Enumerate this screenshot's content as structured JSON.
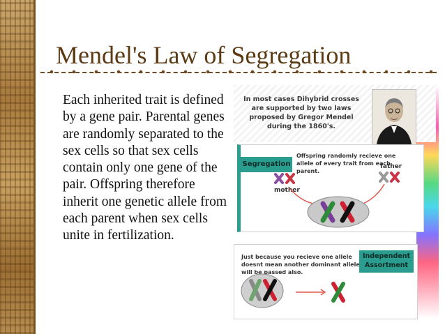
{
  "slide": {
    "title": "Mendel's Law of Segregation",
    "body": "Each inherited trait is defined by a gene pair. Parental genes are randomly separated to the sex cells so that sex cells contain only one gene of the pair. Offspring therefore inherit one genetic allele from each parent when sex cells unite in fertilization."
  },
  "figure": {
    "intro_text": "In most cases Dihybrid crosses are supported by two laws proposed by Gregor Mendel during the 1860's.",
    "segregation": {
      "label": "Segregation",
      "text": "Offspring randomly recieve one allele of every trait from each parent.",
      "mother_label": "mother",
      "father_label": "father"
    },
    "independent": {
      "label": "Independent Assortment",
      "text": "Just because you recieve one allele doesnt mean another dominant allele will be passed also."
    }
  },
  "colors": {
    "title": "#5b3a14",
    "accent": "#2a9d8f",
    "sidebar": "#b08144"
  }
}
